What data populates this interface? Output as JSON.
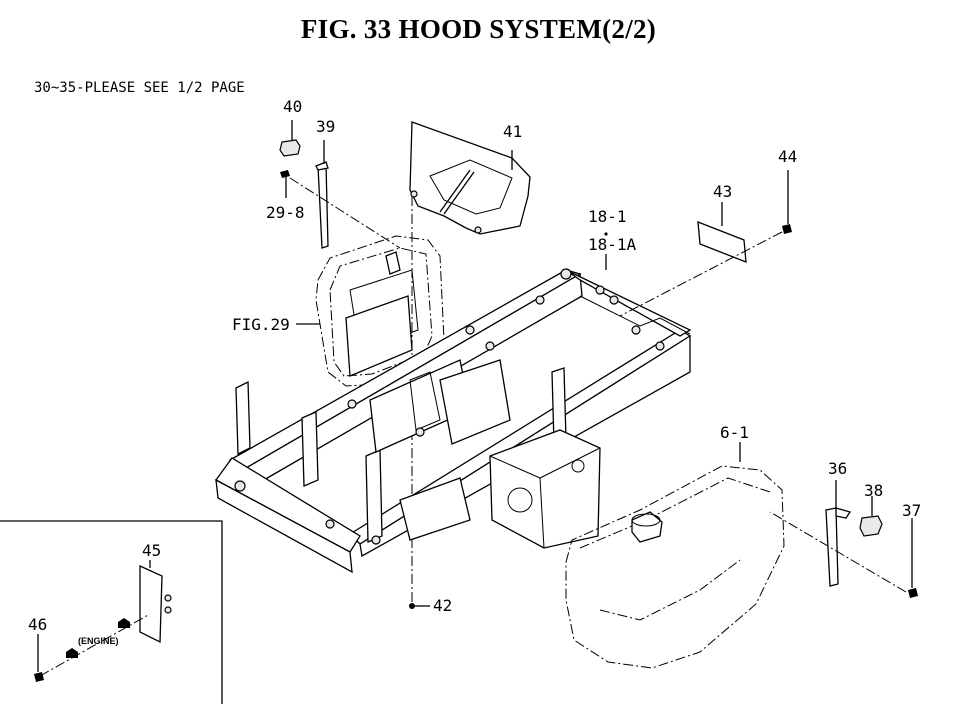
{
  "title": "FIG. 33  HOOD SYSTEM(2/2)",
  "note": "30~35-PLEASE SEE 1/2 PAGE",
  "labels": {
    "p40": "40",
    "p39": "39",
    "p41": "41",
    "p44": "44",
    "p43": "43",
    "p18_1": "18-1",
    "p18_1A": "18-1A",
    "p29_8": "29-8",
    "fig29": "FIG.29",
    "p6_1": "6-1",
    "p36": "36",
    "p38": "38",
    "p37": "37",
    "p42": "42",
    "p45": "45",
    "p46": "46",
    "engine": "(ENGINE)"
  }
}
